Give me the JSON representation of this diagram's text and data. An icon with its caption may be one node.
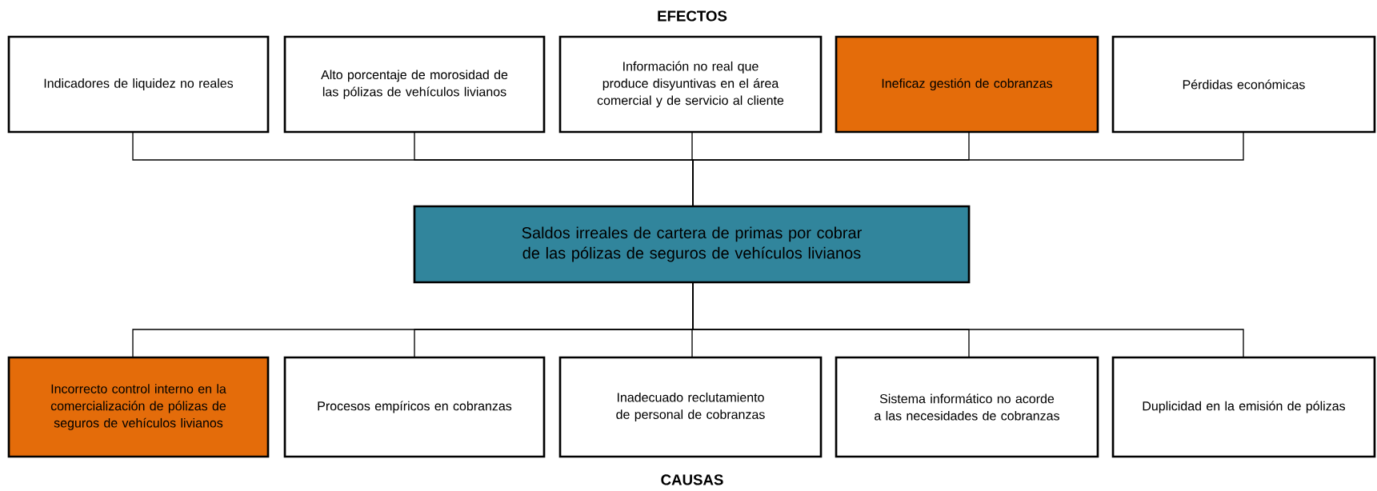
{
  "diagram": {
    "nodes": [
      {
        "text": [
          "Indicadores de liquidez no reales"
        ]
      },
      {
        "text": [
          "Alto porcentaje de morosidad de las pólizas de vehículos livianos"
        ]
      },
      {
        "text": [
          "Información no real que produce disyuntivas en el área comercial y de servicio al cliente"
        ]
      },
      {
        "text": [
          "Ineficaz gestión de cobranzas"
        ]
      },
      {
        "text": [
          "Pérdidas económicas"
        ]
      },
      {
        "text": [
          "Saldos irreales de cartera de primas por cobrar de las pólizas de seguros de vehículos livianos"
        ]
      },
      {
        "text": [
          "Incorrecto control interno en la comercialización de pólizas de seguros de vehículos livianos"
        ]
      },
      {
        "text": [
          "Procesos empíricos en cobranzas"
        ]
      },
      {
        "text": [
          "Inadecuado reclutamiento de personal de cobranzas"
        ]
      },
      {
        "text": [
          "Sistema informático no acorde a las necesidades de cobranzas"
        ]
      },
      {
        "text": [
          "Duplicidad en la emisión de pólizas"
        ]
      }
    ],
    "edges": [
      {
        "from": 5,
        "to": 0,
        "arrow": "none"
      },
      {
        "from": 5,
        "to": 1,
        "arrow": "none"
      },
      {
        "from": 5,
        "to": 2,
        "arrow": "none"
      },
      {
        "from": 5,
        "to": 3,
        "arrow": "none"
      },
      {
        "from": 5,
        "to": 4,
        "arrow": "none"
      },
      {
        "from": 6,
        "to": 5,
        "arrow": "none"
      },
      {
        "from": 7,
        "to": 5,
        "arrow": "none"
      },
      {
        "from": 8,
        "to": 5,
        "arrow": "none"
      },
      {
        "from": 9,
        "to": 5,
        "arrow": "none"
      },
      {
        "from": 10,
        "to": 5,
        "arrow": "none"
      }
    ],
    "labels": [
      "EFECTOS",
      "CAUSAS"
    ]
  }
}
